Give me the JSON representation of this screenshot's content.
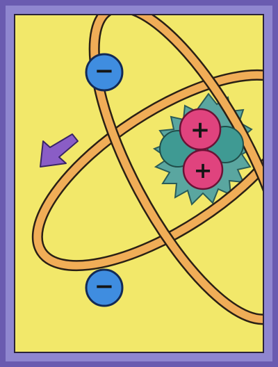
{
  "diagram": {
    "subject": "atom",
    "colors": {
      "frame_outer": "#6a5bb0",
      "frame_inner": "#8f86cf",
      "background": "#f2e86a",
      "orbit": "#f0ad57",
      "orbit_outline": "#2a2015",
      "cloud": "#5aa6a0",
      "neutron": "#3f9a93",
      "proton": "#e0437e",
      "electron": "#3f8de0",
      "arrow": "#8a5dc6"
    },
    "protons": [
      {
        "sign": "+"
      },
      {
        "sign": "+"
      }
    ],
    "neutrons": [
      {
        "kind": "neutron"
      },
      {
        "kind": "neutron"
      }
    ],
    "electrons": [
      {
        "sign": "−"
      },
      {
        "sign": "−"
      }
    ],
    "icons": [
      "arrow-down-left-icon"
    ]
  }
}
